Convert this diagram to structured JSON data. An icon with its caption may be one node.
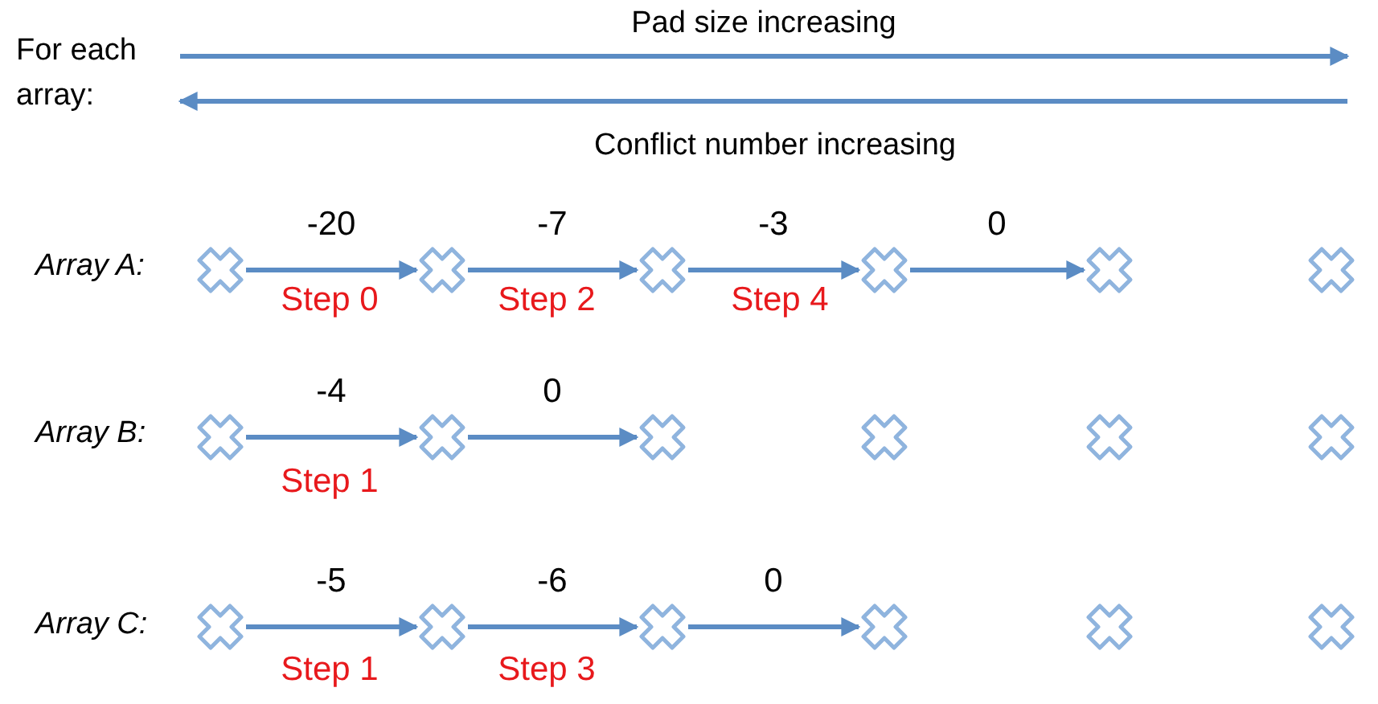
{
  "diagram": {
    "nodes": [
      {
        "text": [],
        "shape": "cross"
      },
      {
        "text": [],
        "shape": "cross"
      },
      {
        "text": [],
        "shape": "cross"
      },
      {
        "text": [],
        "shape": "cross"
      },
      {
        "text": [],
        "shape": "cross"
      },
      {
        "text": [],
        "shape": "cross"
      },
      {
        "text": [],
        "shape": "cross"
      },
      {
        "text": [],
        "shape": "cross"
      },
      {
        "text": [],
        "shape": "cross"
      },
      {
        "text": [],
        "shape": "cross"
      },
      {
        "text": [],
        "shape": "cross"
      },
      {
        "text": [],
        "shape": "cross"
      },
      {
        "text": [],
        "shape": "cross"
      },
      {
        "text": [],
        "shape": "cross"
      },
      {
        "text": [],
        "shape": "cross"
      },
      {
        "text": [],
        "shape": "cross"
      },
      {
        "text": [],
        "shape": "cross"
      },
      {
        "text": [],
        "shape": "cross"
      }
    ],
    "edges": [
      {
        "from": 0,
        "to": 1,
        "arrow": "to",
        "label": "-20"
      },
      {
        "from": 1,
        "to": 2,
        "arrow": "to",
        "label": "-7"
      },
      {
        "from": 2,
        "to": 3,
        "arrow": "to",
        "label": "-3"
      },
      {
        "from": 3,
        "to": 4,
        "arrow": "to",
        "label": "0"
      },
      {
        "from": 6,
        "to": 7,
        "arrow": "to",
        "label": "-4"
      },
      {
        "from": 7,
        "to": 8,
        "arrow": "to",
        "label": "0"
      },
      {
        "from": 12,
        "to": 13,
        "arrow": "to",
        "label": "-5"
      },
      {
        "from": 13,
        "to": 14,
        "arrow": "to",
        "label": "-6"
      },
      {
        "from": 14,
        "to": 15,
        "arrow": "to",
        "label": "0"
      }
    ],
    "labels": [
      "For each array:",
      "Pad size increasing",
      "Conflict number increasing",
      "Array A:",
      "Step 0",
      "Step 2",
      "Step 4",
      "Array B:",
      "Step 1",
      "Array C:",
      "Step 1",
      "Step 3"
    ]
  }
}
